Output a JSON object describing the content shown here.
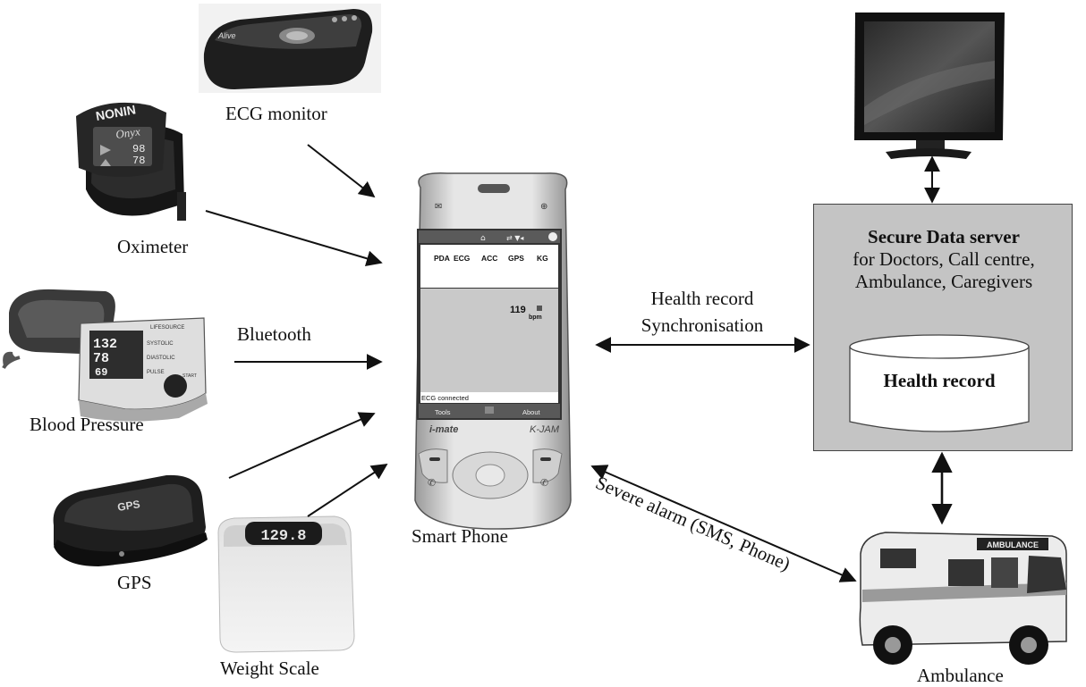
{
  "devices": {
    "ecg": {
      "label": "ECG monitor",
      "brand": "Alive"
    },
    "oximeter": {
      "label": "Oximeter",
      "brand": "NONIN",
      "model": "Onyx",
      "reading_top": "98",
      "reading_bottom": "78"
    },
    "blood_pressure": {
      "label": "Blood Pressure",
      "brand": "LIFESOURCE",
      "readings": [
        "132",
        "78",
        "69"
      ],
      "row_labels": [
        "SYSTOLIC",
        "DIASTOLIC",
        "PULSE"
      ],
      "button": "START"
    },
    "gps": {
      "label": "GPS",
      "brand": "GPS"
    },
    "weight_scale": {
      "label": "Weight Scale",
      "display": "129.8"
    }
  },
  "links": {
    "bluetooth": "Bluetooth",
    "sync_line1": "Health record",
    "sync_line2": "Synchronisation",
    "alarm": "Severe alarm (SMS, Phone)"
  },
  "phone": {
    "label": "Smart Phone",
    "tabs": [
      "PDA",
      "ECG",
      "ACC",
      "GPS",
      "KG"
    ],
    "heart_rate": "119",
    "heart_unit": "bpm",
    "status": "ECG connected",
    "menu_left": "Tools",
    "menu_right": "About",
    "brand_left": "i-mate",
    "brand_right": "K-JAM"
  },
  "server": {
    "title": "Secure Data server",
    "line1": "for Doctors, Call centre,",
    "line2": "Ambulance, Caregivers",
    "db_label": "Health record"
  },
  "ambulance": {
    "label": "Ambulance",
    "sign": "AMBULANCE"
  },
  "colors": {
    "server_fill": "#c4c4c4",
    "line": "#111111",
    "screen": "#c9c9c9"
  }
}
